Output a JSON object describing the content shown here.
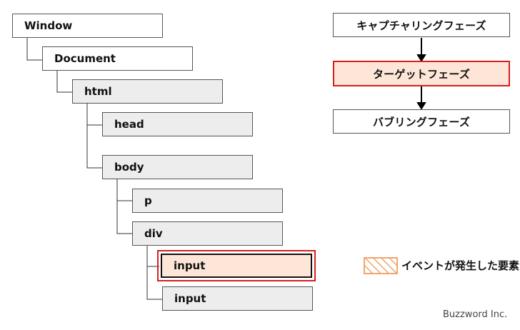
{
  "tree": {
    "window": "Window",
    "document": "Document",
    "html": "html",
    "head": "head",
    "body": "body",
    "p": "p",
    "div": "div",
    "input_target": "input",
    "input_second": "input"
  },
  "phases": {
    "capturing": "キャプチャリングフェーズ",
    "target": "ターゲットフェーズ",
    "bubbling": "バブリングフェーズ"
  },
  "legend": {
    "label": "イベントが発生した要素"
  },
  "credit": "Buzzword Inc.",
  "colors": {
    "node_fill": "#ededed",
    "highlight_fill": "#fde6d8",
    "highlight_border": "#d81f1f",
    "legend_hatch": "#f2a56b"
  }
}
